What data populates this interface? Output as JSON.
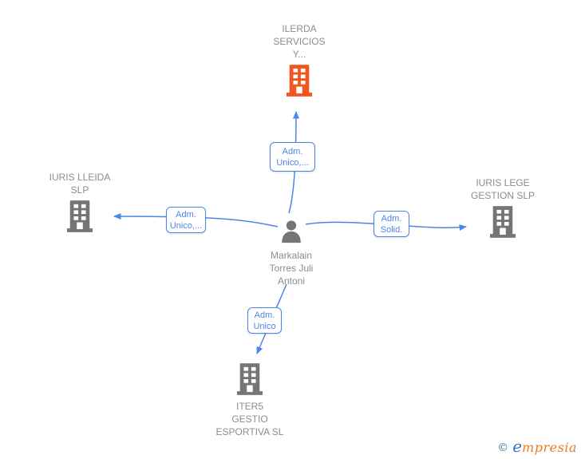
{
  "colors": {
    "edge_blue": "#4a86e8",
    "node_gray": "#757575",
    "highlight_orange": "#f3551f",
    "label_text_gray": "#8c8c8c",
    "logo_teal": "#2b7f8e",
    "logo_blue": "#3277b8",
    "logo_orange": "#e87d1f"
  },
  "nodes": {
    "ilerda": {
      "type": "company",
      "highlighted": true,
      "lines": [
        "ILERDA",
        "SERVICIOS",
        "Y..."
      ]
    },
    "iuris_lleida": {
      "type": "company",
      "highlighted": false,
      "lines": [
        "IURIS LLEIDA",
        "SLP"
      ]
    },
    "iuris_lege": {
      "type": "company",
      "highlighted": false,
      "lines": [
        "IURIS LEGE",
        "GESTION  SLP"
      ]
    },
    "iter5": {
      "type": "company",
      "highlighted": false,
      "lines": [
        "ITER5",
        "GESTIO",
        "ESPORTIVA SL"
      ]
    },
    "person": {
      "type": "person",
      "lines": [
        "Markalain",
        "Torres Juli",
        "Antoni"
      ]
    }
  },
  "edges": {
    "to_ilerda": {
      "lines": [
        "Adm.",
        "Unico,..."
      ]
    },
    "to_iuris_lleida": {
      "lines": [
        "Adm.",
        "Unico,..."
      ]
    },
    "to_iuris_lege": {
      "lines": [
        "Adm.",
        "Solid."
      ]
    },
    "to_iter5": {
      "lines": [
        "Adm.",
        "Unico"
      ]
    }
  },
  "footer": {
    "copyright": "©",
    "brand_initial": "e",
    "brand_rest": "mpresia"
  }
}
